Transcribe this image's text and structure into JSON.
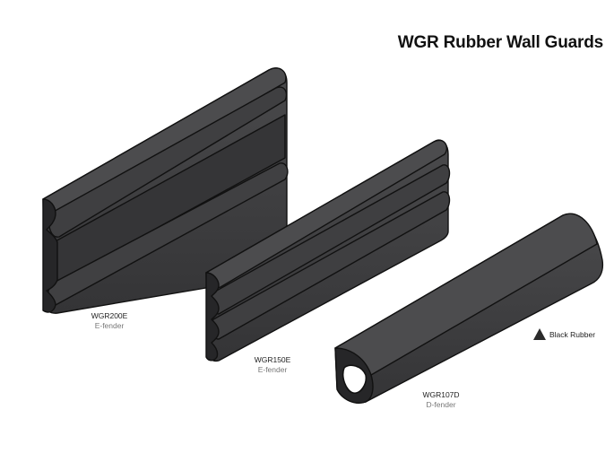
{
  "title": "WGR Rubber Wall Guards",
  "products": [
    {
      "code": "WGR200E",
      "type": "E-fender"
    },
    {
      "code": "WGR150E",
      "type": "E-fender"
    },
    {
      "code": "WGR107D",
      "type": "D-fender"
    }
  ],
  "legend": {
    "label": "Black Rubber",
    "icon": "triangle-icon"
  },
  "colors": {
    "rubber_face": "#3b3b3d",
    "rubber_top": "#48484a",
    "rubber_dark": "#1f1f21",
    "outline": "#111111"
  }
}
